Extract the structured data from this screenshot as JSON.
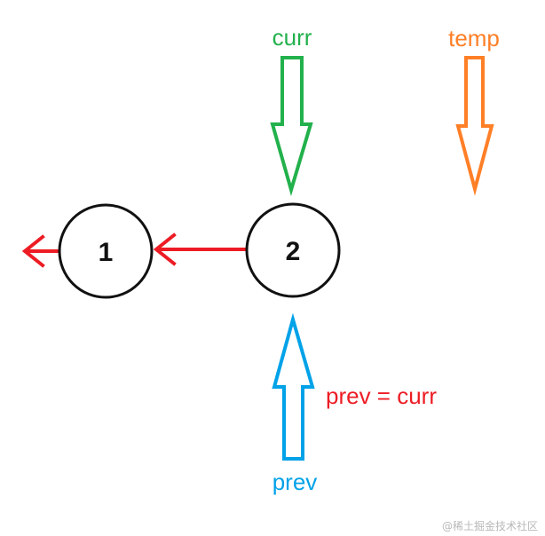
{
  "labels": {
    "curr": "curr",
    "temp": "temp",
    "prev": "prev",
    "assignment": "prev = curr"
  },
  "nodes": [
    {
      "value": "1"
    },
    {
      "value": "2"
    }
  ],
  "watermark": "@稀土掘金技术社区",
  "colors": {
    "curr": "#22b14c",
    "temp": "#ff7f27",
    "prev": "#00a2e8",
    "link": "#ed1c24",
    "node_stroke": "#111111",
    "watermark": "#b8b8b8"
  }
}
